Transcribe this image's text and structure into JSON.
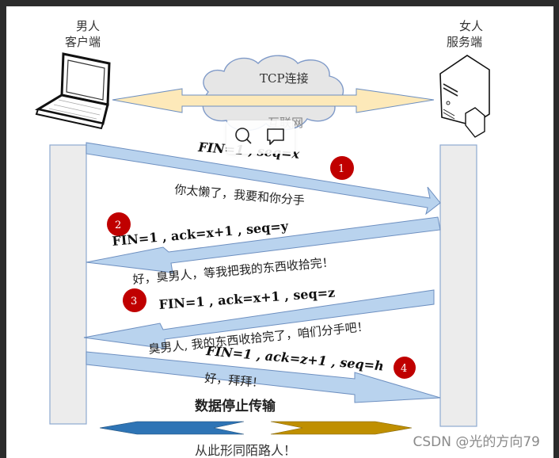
{
  "client": {
    "line1": "男人",
    "line2": "客户端"
  },
  "server": {
    "line1": "女人",
    "line2": "服务端"
  },
  "cloud": {
    "title": "TCP连接",
    "subtitle": "互联网"
  },
  "steps": [
    {
      "badge": "1",
      "header": "FIN=1 , seq=x",
      "message": "你太懒了，我要和你分手",
      "direction": "client-to-server"
    },
    {
      "badge": "2",
      "header": "FIN=1 , ack=x+1 , seq=y",
      "message": "好，臭男人，等我把我的东西收拾完！",
      "direction": "server-to-client"
    },
    {
      "badge": "3",
      "header": "FIN=1 , ack=x+1 , seq=z",
      "message": "臭男人, 我的东西收拾完了，咱们分手吧！",
      "direction": "server-to-client"
    },
    {
      "badge": "4",
      "header": "FIN=1 , ack=z+1 , seq=h",
      "message": "好，拜拜！",
      "direction": "client-to-server"
    }
  ],
  "footer": {
    "stop_title": "数据停止传输",
    "ending": "从此形同陌路人！"
  },
  "popup": {
    "search_icon": "search-icon",
    "comment_icon": "comment-icon"
  },
  "watermark": "CSDN @光的方向79",
  "colors": {
    "arrow_fill": "#b9d3ee",
    "arrow_stroke": "#6d8fc0",
    "bar_fill": "#ececec",
    "bar_stroke": "#8eaad0",
    "badge": "#c00000",
    "tcp_arrow": "#fde9b9",
    "left_chevron": "#2e74b5",
    "right_chevron": "#bf8f00"
  }
}
